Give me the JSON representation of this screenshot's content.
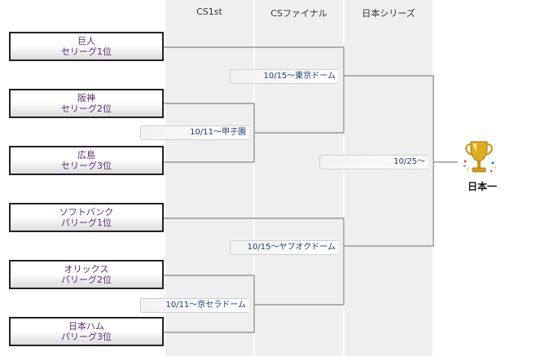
{
  "rounds": [
    "CS1st",
    "CSファイナル",
    "日本シリーズ"
  ],
  "teams": [
    {
      "name": "巨人",
      "rank": "セリーグ1位"
    },
    {
      "name": "阪神",
      "rank": "セリーグ2位"
    },
    {
      "name": "広島",
      "rank": "セリーグ3位"
    },
    {
      "name": "ソフトバンク",
      "rank": "パリーグ1位"
    },
    {
      "name": "オリックス",
      "rank": "パリーグ2位"
    },
    {
      "name": "日本ハム",
      "rank": "パリーグ3位"
    }
  ],
  "matches": {
    "central_cs1": "10/11～甲子園",
    "central_final": "10/15～東京ドーム",
    "pacific_cs1": "10/11～京セラドーム",
    "pacific_final": "10/15～ヤフオクドーム",
    "japan_series": "10/25～"
  },
  "champion_label": "日本一",
  "colors": {
    "team_text": "#5a2a7a",
    "venue_text": "#1c3f73",
    "column_bg": "#efefef",
    "bracket_line": "#999999",
    "trophy": "#d4a017"
  }
}
